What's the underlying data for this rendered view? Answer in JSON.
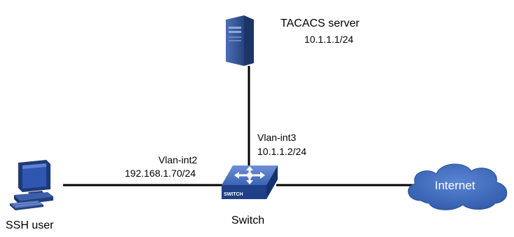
{
  "nodes": {
    "tacacs_server": {
      "name": "TACACS server",
      "ip": "10.1.1.1/24",
      "icon": "server-tower-icon"
    },
    "ssh_user": {
      "name": "SSH user",
      "icon": "desktop-pc-icon"
    },
    "switch": {
      "name": "Switch",
      "badge": "SWITCH",
      "icon": "network-switch-icon"
    },
    "internet": {
      "name": "Internet",
      "icon": "cloud-icon"
    }
  },
  "interfaces": {
    "vlan_int2": {
      "name": "Vlan-int2",
      "ip": "192.168.1.70/24"
    },
    "vlan_int3": {
      "name": "Vlan-int3",
      "ip": "10.1.1.2/24"
    }
  },
  "colors": {
    "link": "#000000",
    "server_body": "#2a4a8c",
    "switch_body": "#2d5aa8",
    "cloud_fill": "#3a63b0",
    "pc_screen": "#2f56b0"
  }
}
